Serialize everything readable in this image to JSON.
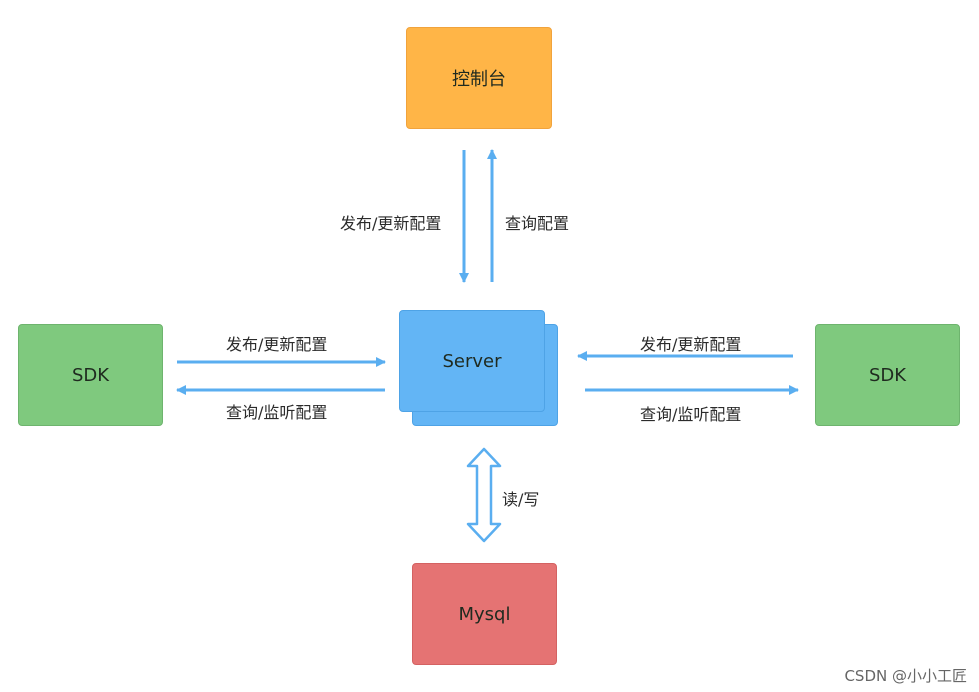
{
  "nodes": {
    "console": "控制台",
    "server": "Server",
    "sdk_left": "SDK",
    "sdk_right": "SDK",
    "mysql": "Mysql"
  },
  "edges": {
    "console_publish": "发布/更新配置",
    "console_query": "查询配置",
    "left_publish": "发布/更新配置",
    "left_query": "查询/监听配置",
    "right_publish": "发布/更新配置",
    "right_query": "查询/监听配置",
    "mysql_rw": "读/写"
  },
  "watermark": "CSDN @小小工匠",
  "colors": {
    "console": "#ffb547",
    "server": "#63b5f5",
    "sdk": "#7fc97e",
    "mysql": "#e57373",
    "arrow": "#5aaef0"
  }
}
